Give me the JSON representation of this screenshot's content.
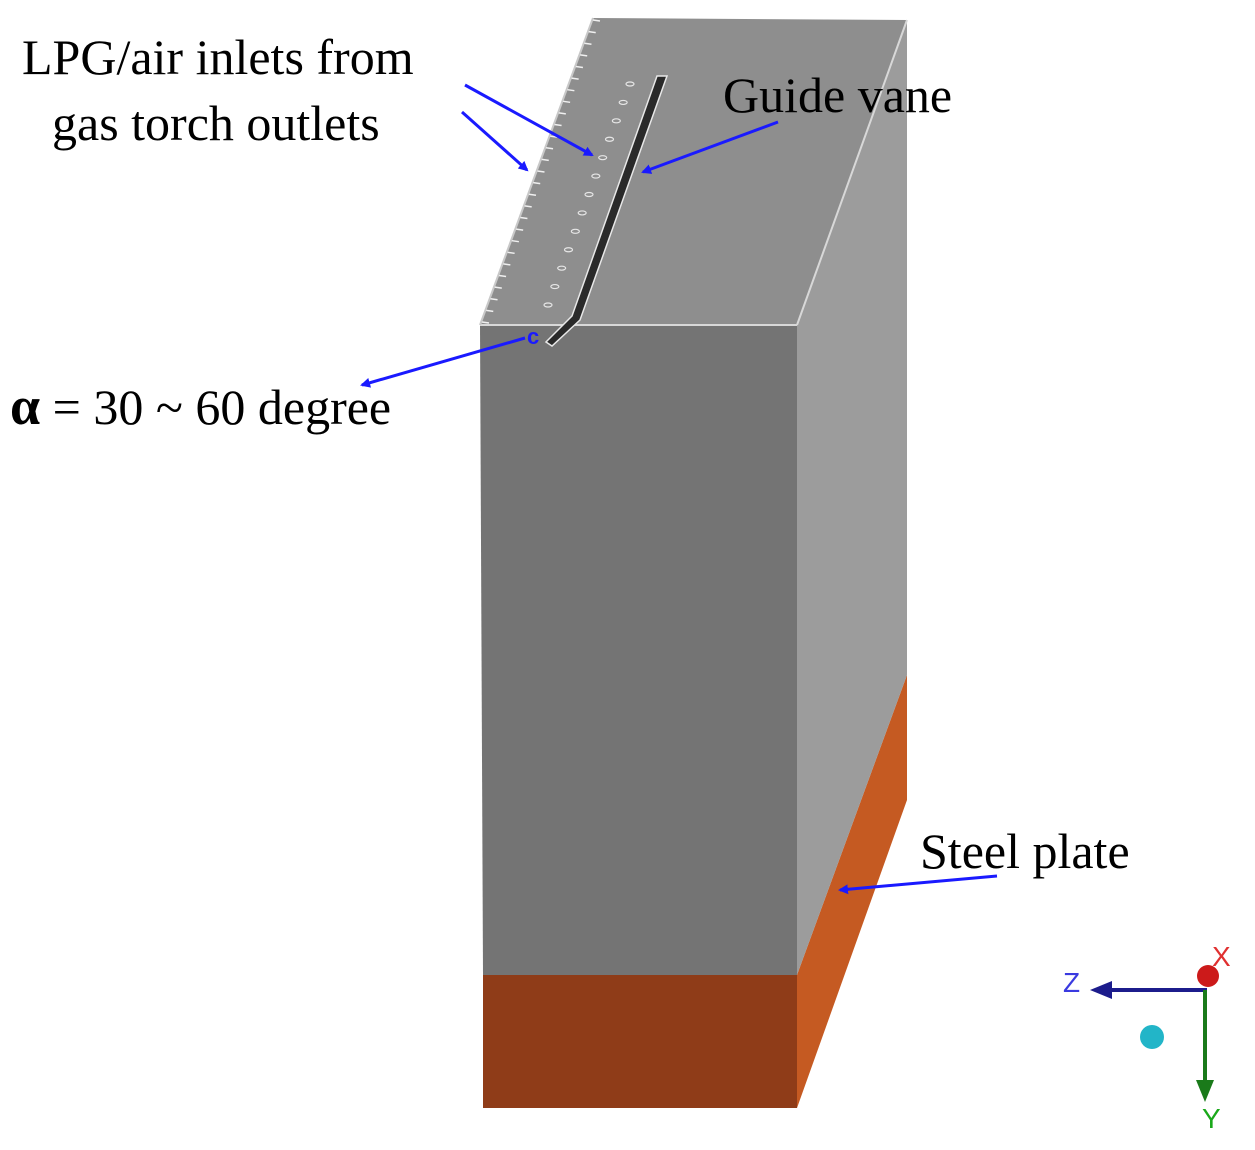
{
  "labels": {
    "inlets_line1": "LPG/air inlets from",
    "inlets_line2": "gas torch outlets",
    "guide_vane": "Guide vane",
    "alpha_symbol": "α",
    "alpha_text": " = 30 ~ 60 degree",
    "steel_plate": "Steel plate",
    "angle_mark": "c"
  },
  "axes": {
    "z": "Z",
    "x": "X",
    "y": "Y"
  },
  "colors": {
    "block_front": "#747474",
    "block_side": "#9c9c9c",
    "block_top": "#8e8e8e",
    "plate_front": "#8f3c18",
    "plate_side": "#c55a22",
    "arrow": "#1a1aff",
    "axis_z": "#1c1c8c",
    "axis_y": "#1a7a1a",
    "axis_x_dot": "#cc1a1a",
    "origin_dot": "#22b5c8",
    "vane": "#2a2a2a"
  }
}
